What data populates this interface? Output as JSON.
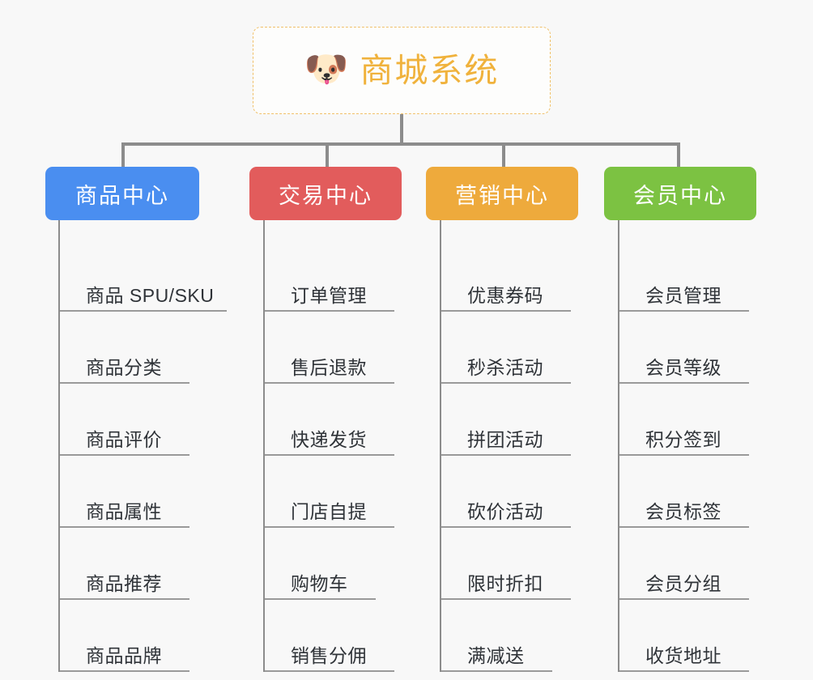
{
  "root": {
    "icon": "shiba-dog-face-emoji",
    "icon_glyph": "🐶",
    "label": "商城系统",
    "accent_color": "#f0b23c",
    "border_color": "#f0c069"
  },
  "theme": {
    "background": "#f8f8f8",
    "connector": "#8c8c8c",
    "leaf_text": "#2f3338",
    "leaf_rule": "#9a9a9a"
  },
  "columns": [
    {
      "category": "商品中心",
      "color": "#4a8ef0",
      "items": [
        {
          "label": "商品 SPU/SKU",
          "rule_width": 206
        },
        {
          "label": "商品分类",
          "rule_width": 160
        },
        {
          "label": "商品评价",
          "rule_width": 160
        },
        {
          "label": "商品属性",
          "rule_width": 160
        },
        {
          "label": "商品推荐",
          "rule_width": 160
        },
        {
          "label": "商品品牌",
          "rule_width": 160
        }
      ]
    },
    {
      "category": "交易中心",
      "color": "#e25c5c",
      "items": [
        {
          "label": "订单管理",
          "rule_width": 160
        },
        {
          "label": "售后退款",
          "rule_width": 160
        },
        {
          "label": "快递发货",
          "rule_width": 160
        },
        {
          "label": "门店自提",
          "rule_width": 160
        },
        {
          "label": "购物车",
          "rule_width": 137
        },
        {
          "label": "销售分佣",
          "rule_width": 160
        }
      ]
    },
    {
      "category": "营销中心",
      "color": "#eeaa3c",
      "items": [
        {
          "label": "优惠券码",
          "rule_width": 160
        },
        {
          "label": "秒杀活动",
          "rule_width": 160
        },
        {
          "label": "拼团活动",
          "rule_width": 160
        },
        {
          "label": "砍价活动",
          "rule_width": 160
        },
        {
          "label": "限时折扣",
          "rule_width": 160
        },
        {
          "label": "满减送",
          "rule_width": 137
        }
      ]
    },
    {
      "category": "会员中心",
      "color": "#7cc242",
      "items": [
        {
          "label": "会员管理",
          "rule_width": 160
        },
        {
          "label": "会员等级",
          "rule_width": 160
        },
        {
          "label": "积分签到",
          "rule_width": 160
        },
        {
          "label": "会员标签",
          "rule_width": 160
        },
        {
          "label": "会员分组",
          "rule_width": 160
        },
        {
          "label": "收货地址",
          "rule_width": 160
        }
      ]
    }
  ]
}
